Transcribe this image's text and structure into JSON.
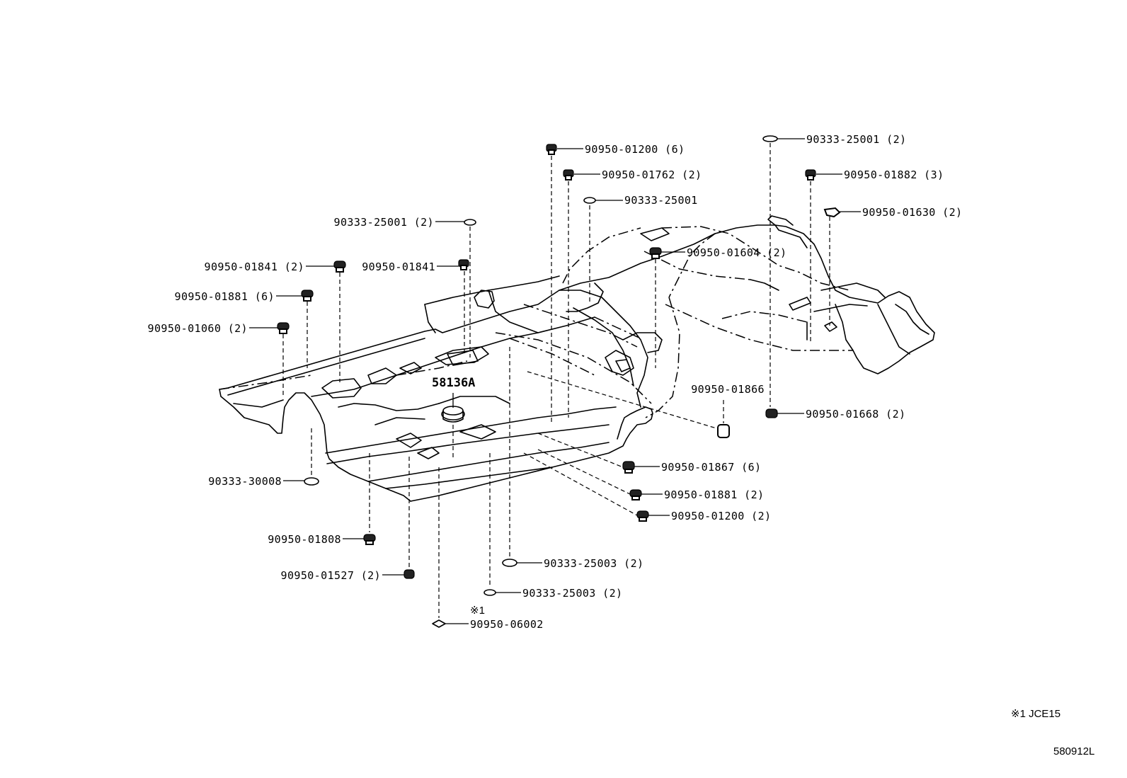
{
  "main_part": "58136A",
  "note_marker": "※1",
  "footnote": "※1 JCE15",
  "figure_id": "580912L",
  "parts": [
    {
      "id": "p01",
      "text": "90950-01200 (6)"
    },
    {
      "id": "p02",
      "text": "90950-01762 (2)"
    },
    {
      "id": "p03",
      "text": "90333-25001"
    },
    {
      "id": "p04",
      "text": "90333-25001 (2)"
    },
    {
      "id": "p05",
      "text": "90950-01882 (3)"
    },
    {
      "id": "p06",
      "text": "90950-01630 (2)"
    },
    {
      "id": "p07",
      "text": "90333-25001 (2)"
    },
    {
      "id": "p08",
      "text": "90950-01841 (2)"
    },
    {
      "id": "p09",
      "text": "90950-01841"
    },
    {
      "id": "p10",
      "text": "90950-01881 (6)"
    },
    {
      "id": "p11",
      "text": "90950-01060 (2)"
    },
    {
      "id": "p12",
      "text": "90950-01604 (2)"
    },
    {
      "id": "p13",
      "text": "90950-01866"
    },
    {
      "id": "p14",
      "text": "90950-01668 (2)"
    },
    {
      "id": "p15",
      "text": "90950-01867 (6)"
    },
    {
      "id": "p16",
      "text": "90950-01881 (2)"
    },
    {
      "id": "p17",
      "text": "90950-01200 (2)"
    },
    {
      "id": "p18",
      "text": "90333-30008"
    },
    {
      "id": "p19",
      "text": "90950-01808"
    },
    {
      "id": "p20",
      "text": "90950-01527 (2)"
    },
    {
      "id": "p21",
      "text": "90333-25003 (2)"
    },
    {
      "id": "p22",
      "text": "90333-25003 (2)"
    },
    {
      "id": "p23",
      "text": "90950-06002"
    }
  ]
}
